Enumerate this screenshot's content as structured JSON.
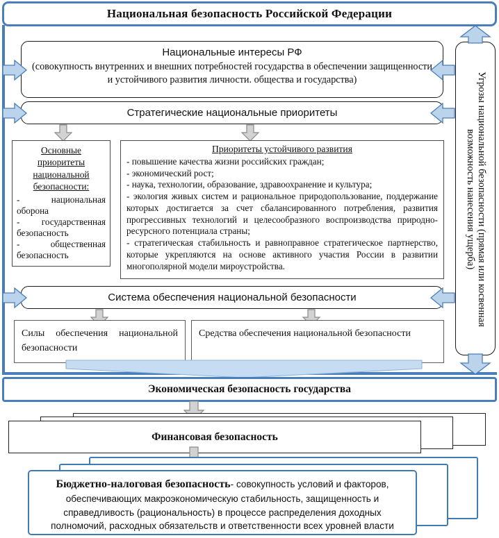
{
  "diagram": {
    "title": "Национальная безопасность Российской Федерации",
    "type": "hierarchical-block-diagram",
    "language": "ru"
  },
  "boxes": {
    "national_interests": {
      "heading": "Национальные интересы РФ",
      "body": "(совокупность внутренних и внешних потребностей государства в обеспечении защищенности и устойчивого развития личности. общества и государства)"
    },
    "strategic_priorities": {
      "heading": "Стратегические национальные приоритеты"
    },
    "main_priorities": {
      "heading": "Основные приоритеты национальной безопасности:",
      "items": [
        "-  национальная оборона",
        "-  государственная безопасность",
        "-  общественная безопасность"
      ]
    },
    "sustainable_priorities": {
      "heading": "Приоритеты устойчивого развития",
      "items": [
        "- повышение качества жизни российских граждан;",
        "- экономический рост;",
        "- наука, технологии, образование, здравоохранение и культура;",
        "- экология живых систем и рациональное природопользование, поддержание которых достигается за счет сбалансированного потребления, развития прогрессивных технологий и целесообразного воспроизводства природно-ресурсного потенциала страны;",
        "- стратегическая стабильность и равноправное стратегическое партнерство, которые укрепляются на основе активного участия России в развитии многополярной модели мироустройства."
      ]
    },
    "security_system": {
      "heading": "Система обеспечения национальной безопасности"
    },
    "forces": {
      "text": "Силы обеспечения национальной безопасности"
    },
    "means": {
      "text": "Средства обеспечения национальной безопасности"
    },
    "economic_security": {
      "heading": "Экономическая безопасность государства"
    },
    "financial_security": {
      "heading": "Финансовая безопасность"
    },
    "fiscal_security": {
      "bold_lead": "Бюджетно-налоговая безопасность",
      "body": "- совокупность условий и факторов, обеспечивающих макроэкономическую стабильность, защищенность и справедливость (рациональность) в процессе распределения доходных полномочий, расходных обязательств и ответственности всех уровней власти"
    },
    "threats": {
      "vertical_text": "Угрозы национальной безопасности (прямая или косвенная возможность нанесения ущерба)"
    }
  },
  "icons": {
    "arrow_right": "arrow-right-icon",
    "arrow_left": "arrow-left-icon",
    "arrow_down": "arrow-down-icon",
    "arrow_up": "arrow-up-icon",
    "chevron_down_wide": "chevron-down-wide-icon"
  },
  "colors": {
    "frame_blue": "#4a7ebb",
    "arrow_blue_fill": "#bcd3ec",
    "arrow_blue_stroke": "#4a7ebb",
    "arrow_gray_fill": "#d2d2d2",
    "arrow_gray_stroke": "#8a8a8a",
    "box_border_dark": "#1a1a1a",
    "text": "#111111",
    "background": "#ffffff"
  }
}
